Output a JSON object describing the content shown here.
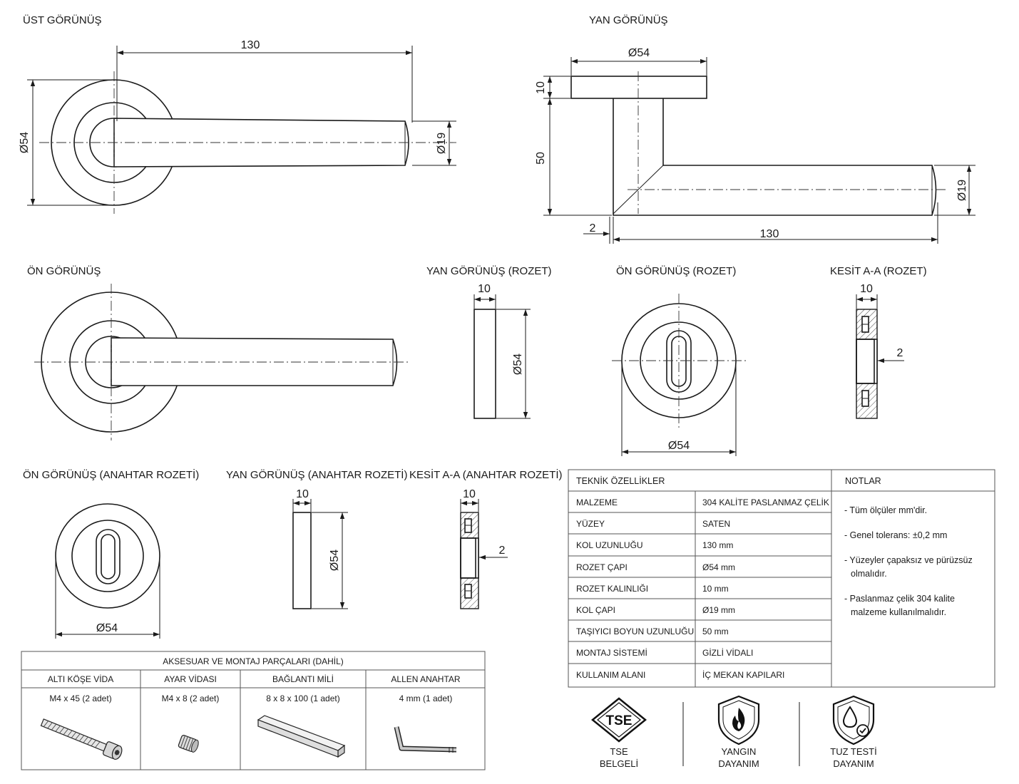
{
  "views": {
    "top": "ÜST GÖRÜNÜŞ",
    "side": "YAN GÖRÜNÜŞ",
    "front": "ÖN GÖRÜNÜŞ",
    "rosette_side": "YAN GÖRÜNÜŞ (ROZET)",
    "rosette_front": "ÖN GÖRÜNÜŞ (ROZET)",
    "rosette_section": "KESİT A-A (ROZET)",
    "key_front": "ÖN GÖRÜNÜŞ (ANAHTAR ROZETİ)",
    "key_side": "YAN GÖRÜNÜŞ (ANAHTAR ROZETİ)",
    "key_section": "KESİT A-A (ANAHTAR ROZETİ)"
  },
  "dims": {
    "length": "130",
    "rosette_dia": "Ø54",
    "lever_dia": "Ø19",
    "thickness": "10",
    "neck": "50",
    "gap": "2"
  },
  "specs": {
    "header": "TEKNİK ÖZELLİKLER",
    "rows": [
      {
        "label": "MALZEME",
        "value": "304 KALİTE PASLANMAZ ÇELİK"
      },
      {
        "label": "YÜZEY",
        "value": "SATEN"
      },
      {
        "label": "KOL UZUNLUĞU",
        "value": "130 mm"
      },
      {
        "label": "ROZET ÇAPI",
        "value": "Ø54 mm"
      },
      {
        "label": "ROZET KALINLIĞI",
        "value": "10 mm"
      },
      {
        "label": "KOL ÇAPI",
        "value": "Ø19 mm"
      },
      {
        "label": "TAŞIYICI BOYUN UZUNLUĞU",
        "value": "50 mm"
      },
      {
        "label": "MONTAJ SİSTEMİ",
        "value": "GİZLİ VİDALI"
      },
      {
        "label": "KULLANIM ALANI",
        "value": "İÇ MEKAN KAPILARI"
      }
    ]
  },
  "notes": {
    "header": "NOTLAR",
    "items": [
      [
        "- Tüm ölçüler mm'dir."
      ],
      [
        "- Genel tolerans: ±0,2 mm"
      ],
      [
        "- Yüzeyler çapaksız ve pürüzsüz",
        "olmalıdır."
      ],
      [
        "- Paslanmaz çelik 304 kalite",
        "malzeme kullanılmalıdır."
      ]
    ]
  },
  "accessories": {
    "title": "AKSESUAR VE MONTAJ PARÇALARI (DAHİL)",
    "items": [
      {
        "name": "ALTI KÖŞE VİDA",
        "qty": "M4 x 45 (2 adet)",
        "icon": "hex-socket-screw-icon"
      },
      {
        "name": "AYAR VİDASI",
        "qty": "M4 x 8 (2 adet)",
        "icon": "set-screw-icon"
      },
      {
        "name": "BAĞLANTI MİLİ",
        "qty": "8 x 8 x 100 (1 adet)",
        "icon": "square-spindle-icon"
      },
      {
        "name": "ALLEN ANAHTAR",
        "qty": "4 mm (1 adet)",
        "icon": "allen-key-icon"
      }
    ]
  },
  "certifications": [
    {
      "icon": "tse-certificate-icon",
      "lines": [
        "TSE",
        "BELGELİ"
      ]
    },
    {
      "icon": "fire-shield-icon",
      "lines": [
        "YANGIN",
        "DAYANIM"
      ]
    },
    {
      "icon": "salt-drop-shield-icon",
      "lines": [
        "TUZ TESTİ",
        "DAYANIM"
      ]
    }
  ]
}
